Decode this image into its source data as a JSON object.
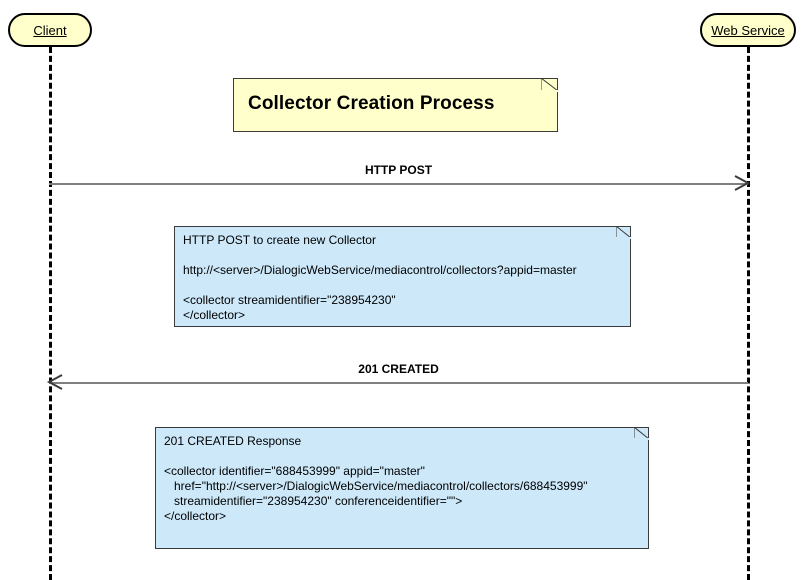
{
  "diagram": {
    "kind": "uml-sequence-diagram",
    "title_note": {
      "text": "Collector Creation Process",
      "fill_color": "#ffffcc",
      "border_color": "#3b3b3b"
    },
    "participants": [
      {
        "id": "client",
        "label": "Client",
        "fill_color": "#ffffcc",
        "border_color": "#000000"
      },
      {
        "id": "webservice",
        "label": "Web Service",
        "fill_color": "#ffffcc",
        "border_color": "#000000"
      }
    ],
    "messages": [
      {
        "id": "http-post",
        "label": "HTTP POST",
        "from": "client",
        "to": "webservice",
        "direction": "right",
        "line_color": "#808080"
      },
      {
        "id": "201-created",
        "label": "201 CREATED",
        "from": "webservice",
        "to": "client",
        "direction": "left",
        "line_color": "#808080"
      }
    ],
    "notes": [
      {
        "id": "request-note",
        "fill_color": "#cce8f9",
        "border_color": "#3b3b3b",
        "text": "HTTP POST to create new Collector\n\nhttp://<server>/DialogicWebService/mediacontrol/collectors?appid=master\n\n<collector streamidentifier=\"238954230\"\n</collector>"
      },
      {
        "id": "response-note",
        "fill_color": "#cce8f9",
        "border_color": "#3b3b3b",
        "text": "201 CREATED Response\n\n<collector identifier=\"688453999\" appid=\"master\"\n   href=\"http://<server>/DialogicWebService/mediacontrol/collectors/688453999\"\n   streamidentifier=\"238954230\" conferenceidentifier=\"\">\n</collector>"
      }
    ]
  }
}
